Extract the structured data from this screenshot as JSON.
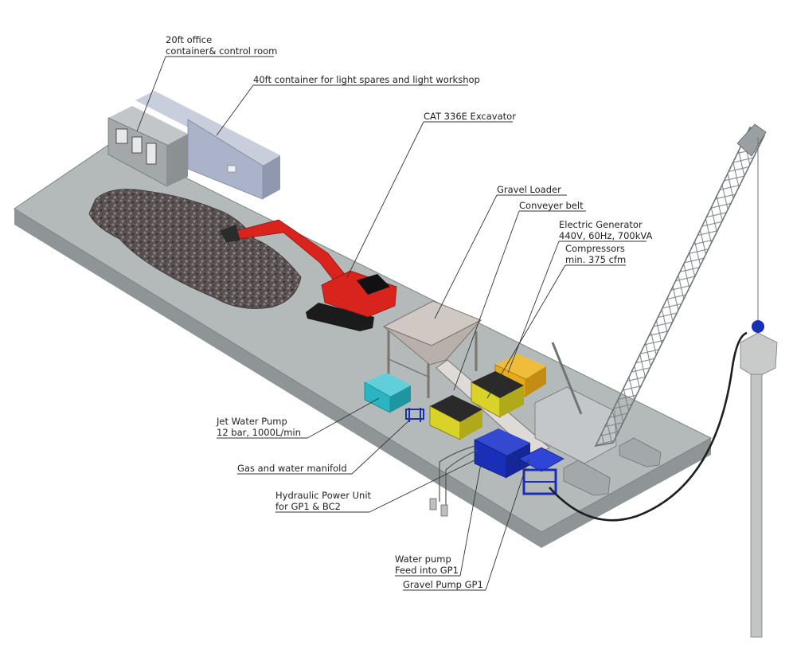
{
  "labels": {
    "office_container": [
      "20ft office",
      "container& control room"
    ],
    "spares_container": [
      "40ft container for light spares and light workshop"
    ],
    "excavator": [
      "CAT 336E Excavator"
    ],
    "gravel_loader": [
      "Gravel Loader"
    ],
    "conveyer_belt": [
      "Conveyer belt"
    ],
    "generator": [
      "Electric Generator",
      "440V, 60Hz, 700kVA"
    ],
    "compressors": [
      "Compressors",
      "min. 375 cfm"
    ],
    "jet_pump": [
      "Jet Water Pump",
      "12 bar, 1000L/min"
    ],
    "manifold": [
      "Gas and water manifold"
    ],
    "hpu": [
      "Hydraulic Power Unit",
      "for GP1 & BC2"
    ],
    "water_pump": [
      "Water pump",
      "Feed into GP1"
    ],
    "gravel_pump": [
      "Gravel Pump GP1"
    ]
  },
  "colors": {
    "barge_deck": "#b4b9ba",
    "barge_hull": "#8f9596",
    "excavator": "#d8241c",
    "gravel_pile": "#5a5252",
    "jet_pump": "#2ab5c2",
    "generator": "#e6a91a",
    "compressor": "#d9d229",
    "hpu": "#1a2fb8",
    "crane": "#6f7577",
    "container_office": "#a9aeb1",
    "container_spares": "#a9b4cc"
  }
}
